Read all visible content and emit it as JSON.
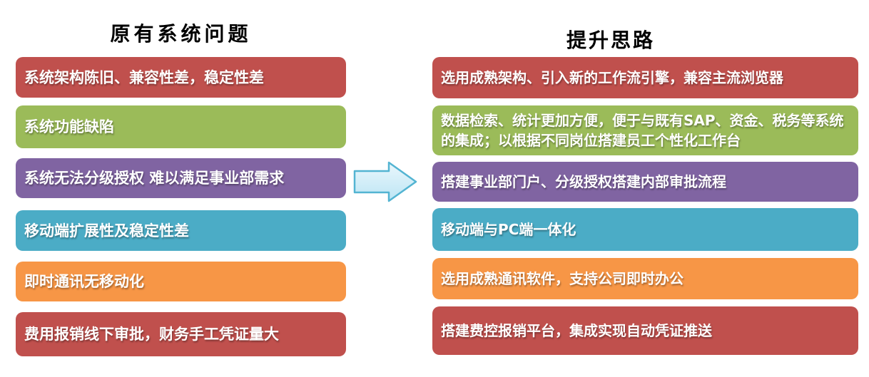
{
  "slide": {
    "background_color": "#FFFFFF"
  },
  "left_panel": {
    "title": "原有系统问题",
    "items": [
      {
        "label": "系统架构陈旧、兼容性差，稳定性差",
        "color": "#C0504D"
      },
      {
        "label": "系统功能缺陷",
        "color": "#9BBB59"
      },
      {
        "label": "系统无法分级授权 难以满足事业部需求",
        "color": "#8064A2"
      },
      {
        "label": "移动端扩展性及稳定性差",
        "color": "#4BACC6"
      },
      {
        "label": "即时通讯无移动化",
        "color": "#F79646"
      },
      {
        "label": "费用报销线下审批，财务手工凭证量大",
        "color": "#C0504D"
      }
    ]
  },
  "right_panel": {
    "title": "提升思路",
    "items": [
      {
        "label": "选用成熟架构、引入新的工作流引擎，兼容主流浏览器",
        "color": "#C0504D"
      },
      {
        "label": "数据检索、统计更加方便，便于与既有SAP、资金、税务等系统\n的集成；以根据不同岗位搭建员工个性化工作台",
        "color": "#9BBB59"
      },
      {
        "label": "搭建事业部门户、分级授权搭建内部审批流程",
        "color": "#8064A2"
      },
      {
        "label": "移动端与PC端一体化",
        "color": "#4BACC6"
      },
      {
        "label": "选用成熟通讯软件，支持公司即时办公",
        "color": "#F79646"
      },
      {
        "label": "搭建费控报销平台，集成实现自动凭证推送",
        "color": "#C0504D"
      }
    ]
  },
  "arrow": {
    "icon": "right-arrow",
    "fill_top": "#EAF7FC",
    "fill_bottom": "#BCE5F4",
    "border_color": "#53B4D2"
  },
  "text_style": {
    "bar_text_color": "#FFFFFF",
    "title_text_color": "#000000"
  }
}
